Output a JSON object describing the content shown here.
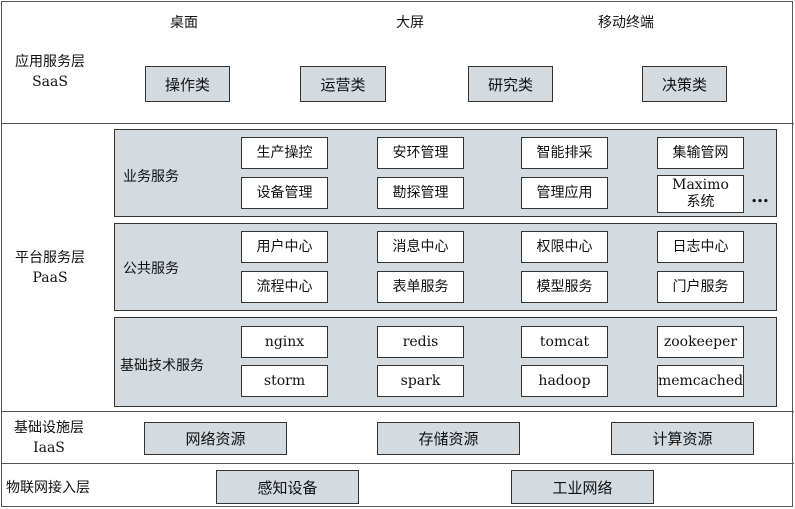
{
  "saas": {
    "label_cn": "应用服务层",
    "label_en": "SaaS",
    "headers": [
      "桌面",
      "大屏",
      "移动终端"
    ],
    "boxes": [
      "操作类",
      "运营类",
      "研究类",
      "决策类"
    ]
  },
  "paas": {
    "label_cn": "平台服务层",
    "label_en": "PaaS",
    "business": {
      "title": "业务服务",
      "items": [
        "生产操控",
        "安环管理",
        "智能排采",
        "集输管网",
        "设备管理",
        "勘探管理",
        "管理应用",
        "Maximo\n系统"
      ],
      "more": "…"
    },
    "common": {
      "title": "公共服务",
      "items": [
        "用户中心",
        "消息中心",
        "权限中心",
        "日志中心",
        "流程中心",
        "表单服务",
        "模型服务",
        "门户服务"
      ]
    },
    "tech": {
      "title": "基础技术服务",
      "items": [
        "nginx",
        "redis",
        "tomcat",
        "zookeeper",
        "storm",
        "spark",
        "hadoop",
        "memcached"
      ]
    }
  },
  "iaas": {
    "label_cn": "基础设施层",
    "label_en": "IaaS",
    "boxes": [
      "网络资源",
      "存储资源",
      "计算资源"
    ]
  },
  "iot": {
    "label": "物联网接入层",
    "boxes": [
      "感知设备",
      "工业网络"
    ]
  },
  "colors": {
    "box_fill": "#d3dae0",
    "border": "#333333"
  }
}
